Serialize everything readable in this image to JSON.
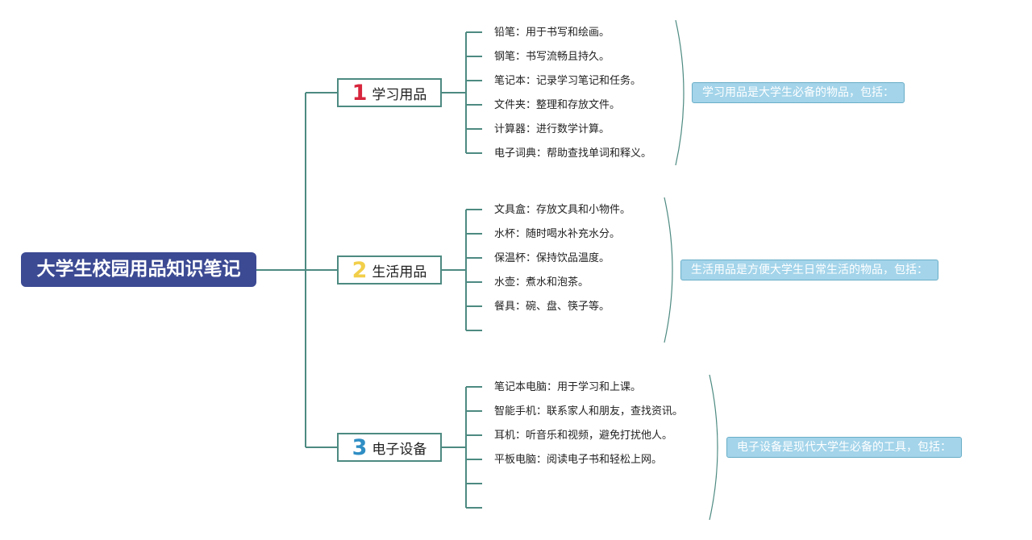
{
  "title": "大学生校园用品知识笔记",
  "colors": {
    "root": "#3c4a93",
    "line": "#4d8a81",
    "num1": "#d7263d",
    "num2": "#f2cf4a",
    "num3": "#2f8ec4",
    "summary_bg": "#a3d4ea"
  },
  "branches": [
    {
      "num": "1",
      "label": "学习用品",
      "items": [
        "铅笔：用于书写和绘画。",
        "钢笔：书写流畅且持久。",
        "笔记本：记录学习笔记和任务。",
        "文件夹：整理和存放文件。",
        "计算器：进行数学计算。",
        "电子词典：帮助查找单词和释义。"
      ],
      "summary": "学习用品是大学生必备的物品，包括："
    },
    {
      "num": "2",
      "label": "生活用品",
      "items": [
        "文具盒：存放文具和小物件。",
        "水杯：随时喝水补充水分。",
        "保温杯：保持饮品温度。",
        "水壶：煮水和泡茶。",
        "餐具：碗、盘、筷子等。",
        ""
      ],
      "summary": "生活用品是方便大学生日常生活的物品，包括："
    },
    {
      "num": "3",
      "label": "电子设备",
      "items": [
        "笔记本电脑：用于学习和上课。",
        "智能手机：联系家人和朋友，查找资讯。",
        "耳机：听音乐和视频，避免打扰他人。",
        "平板电脑：阅读电子书和轻松上网。",
        "",
        ""
      ],
      "summary": "电子设备是现代大学生必备的工具，包括："
    }
  ]
}
